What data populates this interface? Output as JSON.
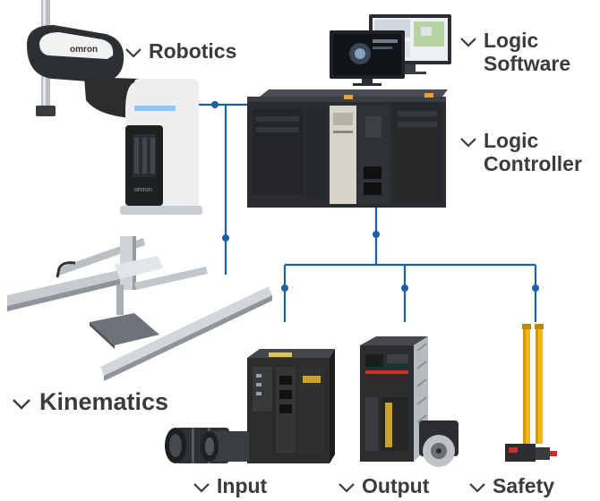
{
  "colors": {
    "connector": "#1f5fa3",
    "label_text": "#3b3b3b",
    "hardware_dark": "#2b2d2f",
    "hardware_light": "#e9ebee",
    "safety_yellow": "#f2b61c",
    "accent_red": "#c9302c"
  },
  "icons": {
    "label_marker": "chevron-down-icon"
  },
  "labels": {
    "robotics": "Robotics",
    "logic_software_line1": "Logic",
    "logic_software_line2": "Software",
    "logic_controller_line1": "Logic",
    "logic_controller_line2": "Controller",
    "kinematics": "Kinematics",
    "input": "Input",
    "output": "Output",
    "safety": "Safety"
  },
  "device_text": {
    "robot_brand": "omron",
    "robot_base_brand": "omron"
  }
}
